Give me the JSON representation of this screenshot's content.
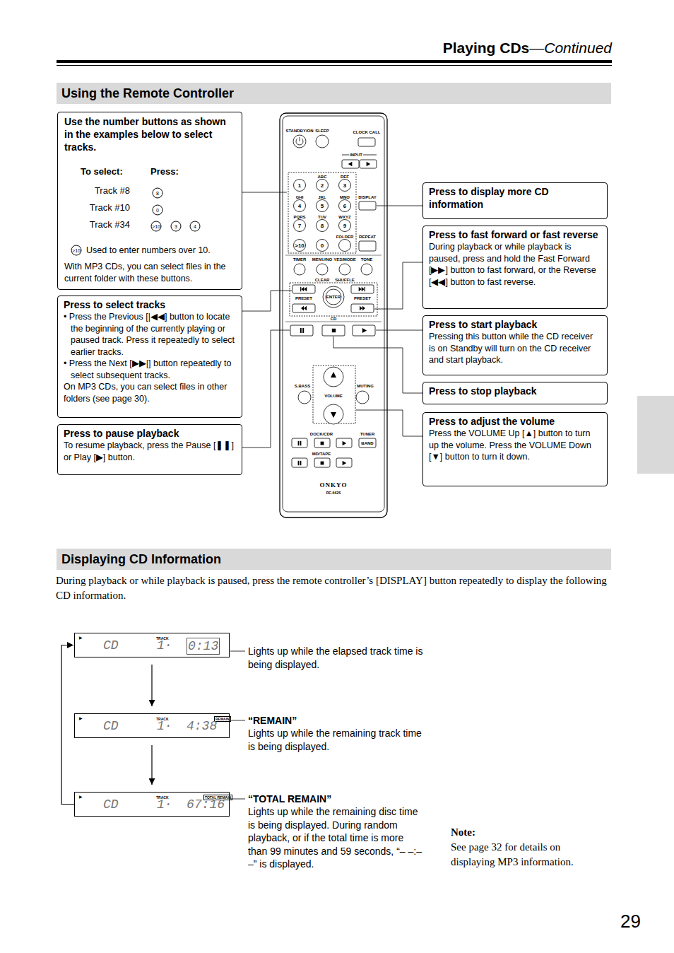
{
  "diagram": {
    "title": "Playing CDs",
    "nodes": [
      {
        "text": [
          "Using the Remote Controller"
        ]
      },
      {
        "text": [
          "Use the number buttons as shown in the examples below to select tracks.",
          "To select:",
          "Press:",
          "Track #8",
          "8",
          "Track #10",
          "0",
          "Track #34",
          ">10",
          "3",
          "4",
          ">10",
          "Used to enter numbers over 10.",
          "With MP3 CDs, you can select files in the current folder with these buttons."
        ]
      },
      {
        "text": [
          "Press to select tracks",
          "• Press the Previous [|◀◀] button to locate the beginning of the currently playing or paused track. Press it repeatedly to select earlier tracks.",
          "• Press the Next [▶▶|] button repeatedly to select subsequent tracks.",
          "On MP3 CDs, you can select files in other folders (see page 30)."
        ]
      },
      {
        "text": [
          "Press to pause playback",
          "To resume playback, press the Pause [❚❚] or Play [▶] button."
        ]
      },
      {
        "text": [
          "Press to display more CD information"
        ]
      },
      {
        "text": [
          "Press to fast forward or fast reverse",
          "During playback or while playback is paused, press and hold the Fast Forward [▶▶] button to fast forward, or the Reverse [◀◀] button to fast reverse."
        ]
      },
      {
        "text": [
          "Press to start playback",
          "Pressing this button while the CD receiver is on Standby will turn on the CD receiver and start playback."
        ]
      },
      {
        "text": [
          "Press to stop playback"
        ]
      },
      {
        "text": [
          "Press to adjust the volume",
          "Press the VOLUME Up [▲] button to turn up the volume. Press the VOLUME Down [▼] button to turn it down."
        ]
      },
      {
        "text": [
          "Displaying CD Information"
        ]
      },
      {
        "text": [
          "▶",
          "TRACK",
          "CD",
          "1·",
          "0:13"
        ]
      },
      {
        "text": [
          "▶",
          "TRACK",
          "REMAIN",
          "CD",
          "1·",
          "4:38"
        ]
      },
      {
        "text": [
          "▶",
          "TRACK",
          "TOTAL REMAIN",
          "CD",
          "1·",
          "67:16"
        ]
      }
    ],
    "edges": [
      {
        "from": 10,
        "to": 11,
        "arrow": "to"
      },
      {
        "from": 11,
        "to": 12,
        "arrow": "to"
      },
      {
        "from": 12,
        "to": 10,
        "arrow": "to"
      }
    ],
    "labels": [
      "—Continued",
      "STANDBY/ON",
      "SLEEP",
      "CLOCK CALL",
      "INPUT",
      "ABC",
      "DEF",
      "1",
      "2",
      "3",
      "DISPLAY",
      "GHI",
      "JKL",
      "MNO",
      "4",
      "5",
      "6",
      "PQRS",
      "TUV",
      "WXYZ",
      "7",
      "8",
      "9",
      "FOLDER",
      "REPEAT",
      ">10",
      "0",
      "TIMER",
      "MENU/NO",
      "YES/MODE",
      "TONE",
      "CLEAR",
      "SHUFFLE",
      "PRESET",
      "ENTER",
      "PRESET",
      "CD",
      "S.BASS",
      "MUTING",
      "VOLUME",
      "DOCK/CDR",
      "TUNER",
      "BAND",
      "MD/TAPE",
      "ONKYO",
      "RC-662S",
      "During playback or while playback is paused, press the remote controller’s [DISPLAY] button repeatedly to display the following CD information.",
      "Lights up while the elapsed track time is being displayed.",
      "“REMAIN”",
      "Lights up while the remaining track time is being displayed.",
      "“TOTAL REMAIN”",
      "Lights up while the remaining disc time is being displayed. During random playback, or if the total time is more than 99 minutes and 59 seconds, “– –:– –” is displayed.",
      "Note:",
      "See page 32 for details on displaying MP3 information.",
      "29"
    ]
  }
}
